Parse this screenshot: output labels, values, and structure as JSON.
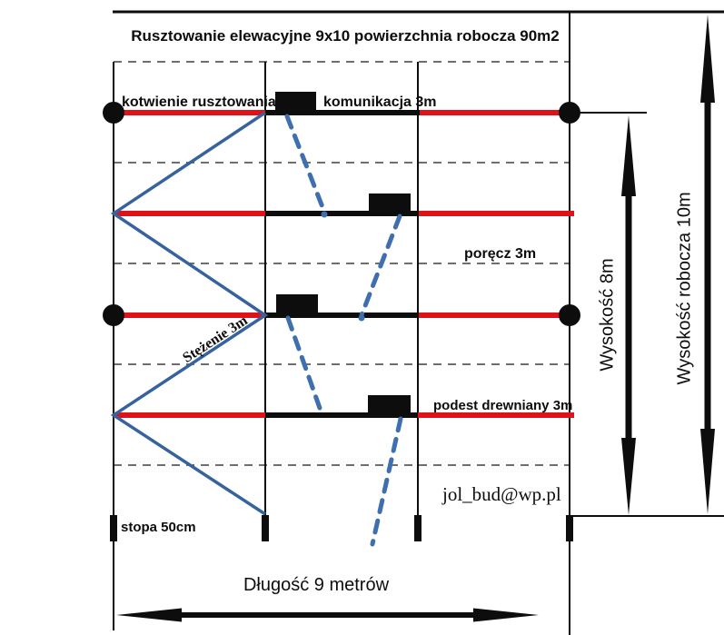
{
  "title": "Rusztowanie elewacyjne 9x10 powierzchnia robocza 90m2",
  "colors": {
    "rail_red": "#e01219",
    "brace_blue": "#36639e",
    "ladder_blue": "#3f6fae",
    "ink_black": "#0d0d0d",
    "grid_gray": "#5a5a5a"
  },
  "labels": {
    "anchoring": "kotwienie rusztowania",
    "access": "komunikacja 3m",
    "guardrail": "poręcz 3m",
    "bracing": "Stężenie 3m",
    "wooden_deck": "podest drewniany 3m",
    "base_foot": "stopa 50cm",
    "email": "jol_bud@wp.pl",
    "height": "Wysokość 8m",
    "working_height": "Wysokość robocza 10m",
    "length": "Długość 9 metrów"
  }
}
